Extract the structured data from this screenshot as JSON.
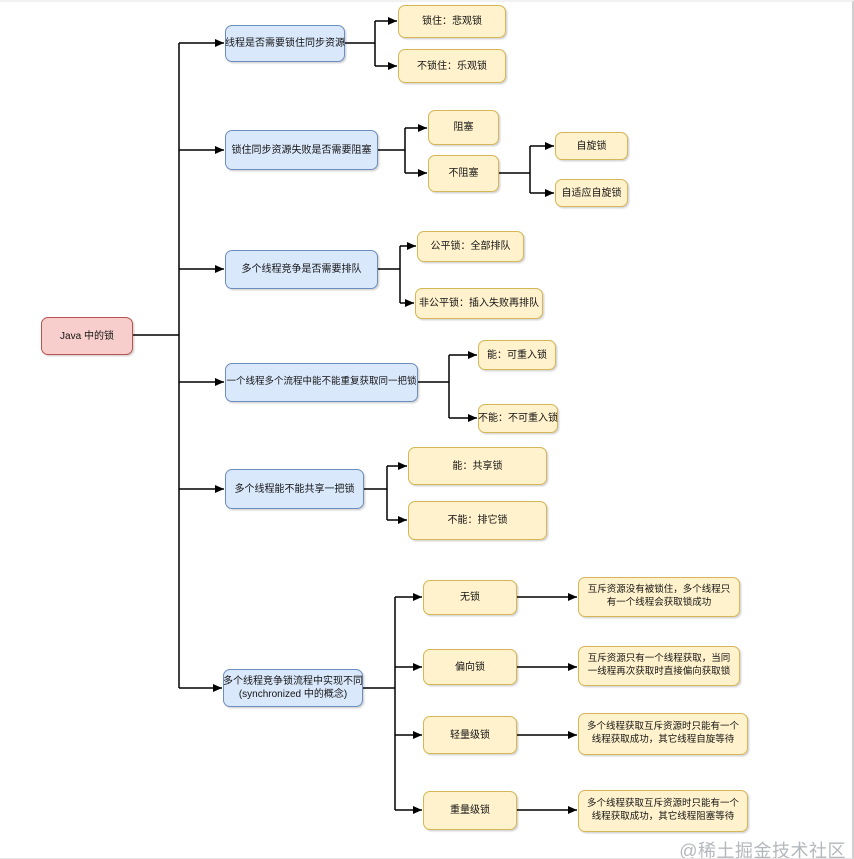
{
  "page": {
    "watermark": "@稀土掘金技术社区"
  },
  "colors": {
    "root_fill": "#f8cecc",
    "root_stroke": "#b85450",
    "question_fill": "#dae8fc",
    "question_stroke": "#6c8ebf",
    "leaf_fill": "#fff2cc",
    "leaf_stroke": "#d6b656",
    "connector": "#000000"
  },
  "mindmap": {
    "root": {
      "label": "Java 中的锁"
    },
    "branches": [
      {
        "label": "线程是否需要锁住同步资源",
        "children": [
          {
            "label": "锁住：悲观锁"
          },
          {
            "label": "不锁住：乐观锁"
          }
        ]
      },
      {
        "label": "锁住同步资源失败是否需要阻塞",
        "children": [
          {
            "label": "阻塞"
          },
          {
            "label": "不阻塞",
            "children": [
              {
                "label": "自旋锁"
              },
              {
                "label": "自适应自旋锁"
              }
            ]
          }
        ]
      },
      {
        "label": "多个线程竞争是否需要排队",
        "children": [
          {
            "label": "公平锁：全部排队"
          },
          {
            "label": "非公平锁：插入失败再排队"
          }
        ]
      },
      {
        "label": "一个线程多个流程中能不能重复获取同一把锁",
        "children": [
          {
            "label": "能：可重入锁"
          },
          {
            "label": "不能：不可重入锁"
          }
        ]
      },
      {
        "label": "多个线程能不能共享一把锁",
        "children": [
          {
            "label": "能：共享锁"
          },
          {
            "label": "不能：排它锁"
          }
        ]
      },
      {
        "label": "多个线程竞争锁流程中实现不同",
        "sublabel": "(synchronized 中的概念)",
        "children": [
          {
            "label": "无锁",
            "desc": "互斥资源没有被锁住，多个线程只有一个线程会获取锁成功"
          },
          {
            "label": "偏向锁",
            "desc": "互斥资源只有一个线程获取，当同一线程再次获取时直接偏向获取锁"
          },
          {
            "label": "轻量级锁",
            "desc": "多个线程获取互斥资源时只能有一个线程获取成功，其它线程自旋等待"
          },
          {
            "label": "重量级锁",
            "desc": "多个线程获取互斥资源时只能有一个线程获取成功，其它线程阻塞等待"
          }
        ]
      }
    ]
  }
}
